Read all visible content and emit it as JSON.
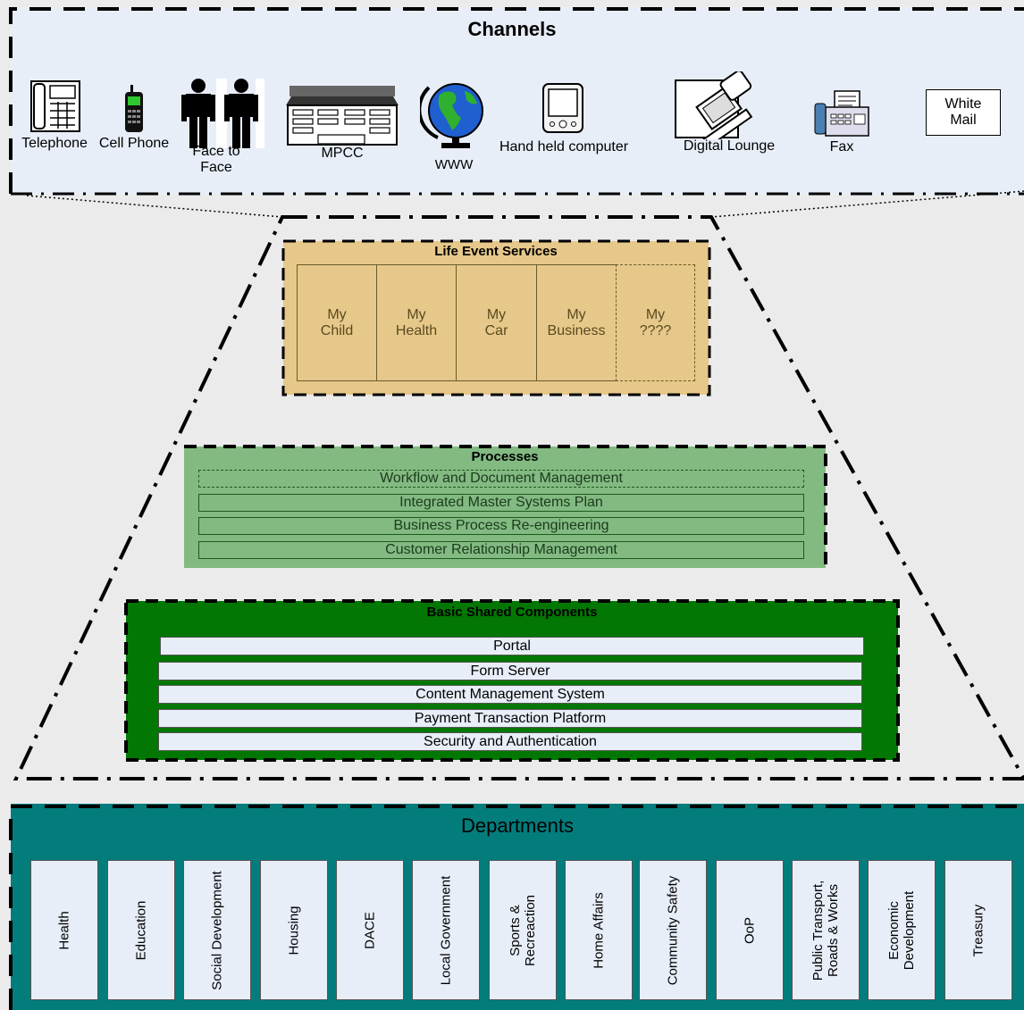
{
  "channels": {
    "title": "Channels",
    "items": [
      {
        "label": "Telephone",
        "icon": "telephone-icon"
      },
      {
        "label": "Cell Phone",
        "icon": "cell-phone-icon"
      },
      {
        "label": "Face to\nFace",
        "icon": "people-icon"
      },
      {
        "label": "MPCC",
        "icon": "building-icon"
      },
      {
        "label": "WWW",
        "icon": "globe-icon"
      },
      {
        "label": "Hand held computer",
        "icon": "pda-icon"
      },
      {
        "label": "Digital Lounge",
        "icon": "computer-icon"
      },
      {
        "label": "Fax",
        "icon": "fax-icon"
      },
      {
        "label": "White\nMail",
        "icon": "mail-box"
      }
    ]
  },
  "life_events": {
    "title": "Life Event Services",
    "items": [
      "My\nChild",
      "My\nHealth",
      "My\nCar",
      "My\nBusiness",
      "My\n????"
    ]
  },
  "processes": {
    "title": "Processes",
    "items": [
      "Workflow and Document Management",
      "Integrated Master Systems Plan",
      "Business Process Re-engineering",
      "Customer Relationship Management"
    ]
  },
  "basic": {
    "title": "Basic Shared Components",
    "items": [
      "Portal",
      "Form Server",
      "Content Management System",
      "Payment Transaction Platform",
      "Security and Authentication"
    ]
  },
  "departments": {
    "title": "Departments",
    "items": [
      "Health",
      "Education",
      "Social Development",
      "Housing",
      "DACE",
      "Local Government",
      "Sports &\nRecreaction",
      "Home Affairs",
      "Community Safety",
      "OoP",
      "Public Transport,\nRoads & Works",
      "Economic\nDevelopment",
      "Treasury"
    ]
  },
  "colors": {
    "channels_bg": "#e8eef8",
    "life_bg": "#e6c88a",
    "processes_bg": "#82ba82",
    "basic_bg": "#037703",
    "departments_bg": "#037c7c"
  }
}
